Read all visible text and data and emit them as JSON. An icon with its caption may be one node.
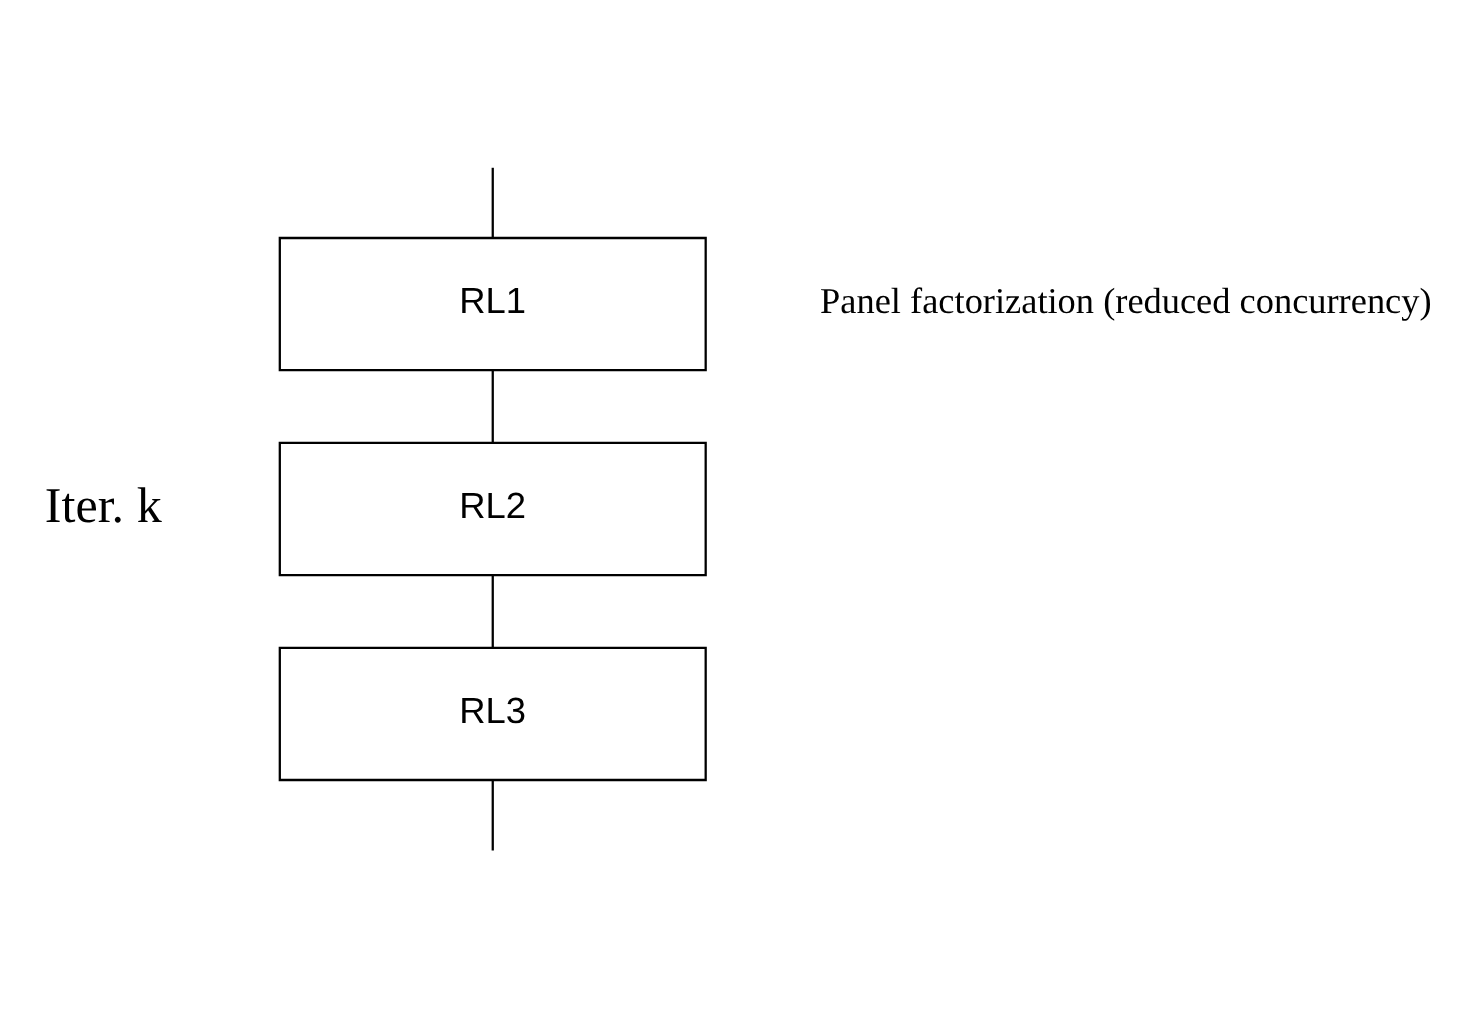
{
  "diagram": {
    "nodes": [
      {
        "text": [
          "RL1"
        ],
        "beside": [
          "Panel factorization (reduced concurrency)"
        ]
      },
      {
        "text": [
          "RL2"
        ]
      },
      {
        "text": [
          "RL3"
        ]
      }
    ],
    "edges": [
      {
        "from": null,
        "to": 0,
        "arrow": "none"
      },
      {
        "from": 0,
        "to": 1,
        "arrow": "none"
      },
      {
        "from": 1,
        "to": 2,
        "arrow": "none"
      },
      {
        "from": 2,
        "to": null,
        "arrow": "none"
      }
    ],
    "labels": [
      "Iter. k"
    ]
  }
}
